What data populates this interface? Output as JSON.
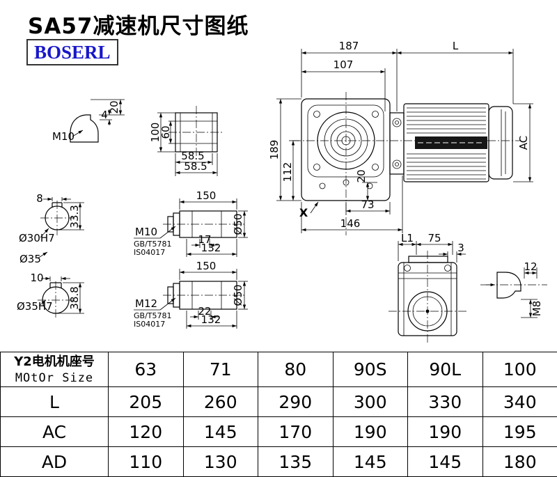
{
  "page": {
    "title": "SA57减速机尺寸图纸",
    "brand": "BOSERL"
  },
  "drawing": {
    "front_view": {
      "dim_187": "187",
      "dim_L": "L",
      "dim_107": "107",
      "dim_189": "189",
      "dim_112": "112",
      "dim_20": "20",
      "dim_73": "73",
      "dim_146": "146",
      "dim_AC": "AC",
      "view_marker": "X"
    },
    "shaft_end_view": {
      "thread": "M10",
      "dim_4": "4",
      "dim_20": "20"
    },
    "flange_view": {
      "dim_100": "100",
      "dim_60": "60",
      "dim_58_5_upper": "58.5",
      "dim_58_5_lower": "58.5"
    },
    "bore_section_30": {
      "dim_8": "8",
      "bore": "Ø30H7",
      "dim_33_3": "33.3"
    },
    "bore_section_35": {
      "label_d35": "Ø35",
      "dim_10": "10",
      "bore": "Ø35H7",
      "dim_38_8": "38.8"
    },
    "shaft_1": {
      "dim_150": "150",
      "thread": "M10",
      "standard_1": "GB/T5781",
      "standard_2": "IS04017",
      "dim_17": "17",
      "dim_132": "132",
      "dim_d50": "Ø50"
    },
    "shaft_2": {
      "dim_150": "150",
      "thread": "M12",
      "standard_1": "GB/T5781",
      "standard_2": "IS04017",
      "dim_22": "22",
      "dim_132": "132",
      "dim_d50": "Ø50"
    },
    "side_view": {
      "dim_L1": "L1",
      "dim_75": "75",
      "dim_3": "3",
      "dim_12": "12",
      "thread_M8": "M8"
    }
  },
  "table": {
    "header": {
      "label_line1": "Y2电机机座号",
      "label_line2": "MOtOr Size",
      "values": [
        "63",
        "71",
        "80",
        "90S",
        "90L",
        "100"
      ]
    },
    "rows": [
      {
        "label": "L",
        "values": [
          "205",
          "260",
          "290",
          "300",
          "330",
          "340"
        ]
      },
      {
        "label": "AC",
        "values": [
          "120",
          "145",
          "170",
          "190",
          "190",
          "195"
        ]
      },
      {
        "label": "AD",
        "values": [
          "110",
          "130",
          "135",
          "145",
          "145",
          "180"
        ]
      }
    ]
  }
}
